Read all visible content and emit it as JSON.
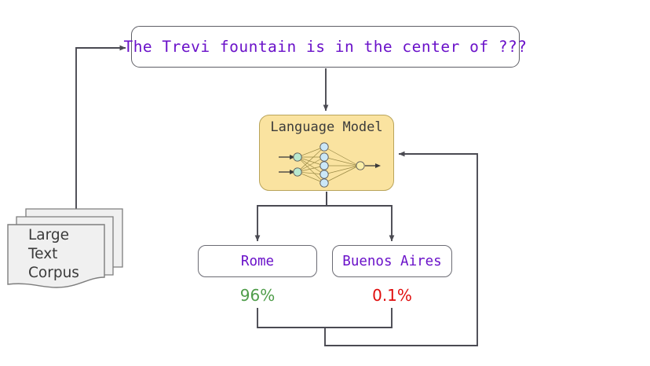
{
  "diagram": {
    "title": "language-model-prediction-flow",
    "prompt": {
      "text": "The Trevi fountain is in the center of ???",
      "text_color": "#6a11c9"
    },
    "model": {
      "label": "Language Model",
      "fill_color": "#fae3a0",
      "border_color": "#b9a45a",
      "network": {
        "input_nodes": 2,
        "hidden_nodes": 5,
        "output_nodes": 1,
        "input_color": "#b8e8cf",
        "hidden_color": "#cbe7f7",
        "output_color": "#fbefa8"
      }
    },
    "corpus": {
      "lines": [
        "Large",
        "Text",
        "Corpus"
      ],
      "sheets": 3,
      "fill_color": "#f0f0f0"
    },
    "outputs": [
      {
        "label": "Rome",
        "probability": "96%",
        "probability_color": "#4f9d4a"
      },
      {
        "label": "Buenos Aires",
        "probability": "0.1%",
        "probability_color": "#e00d0d"
      }
    ],
    "edge_color": "#4a4a52"
  }
}
